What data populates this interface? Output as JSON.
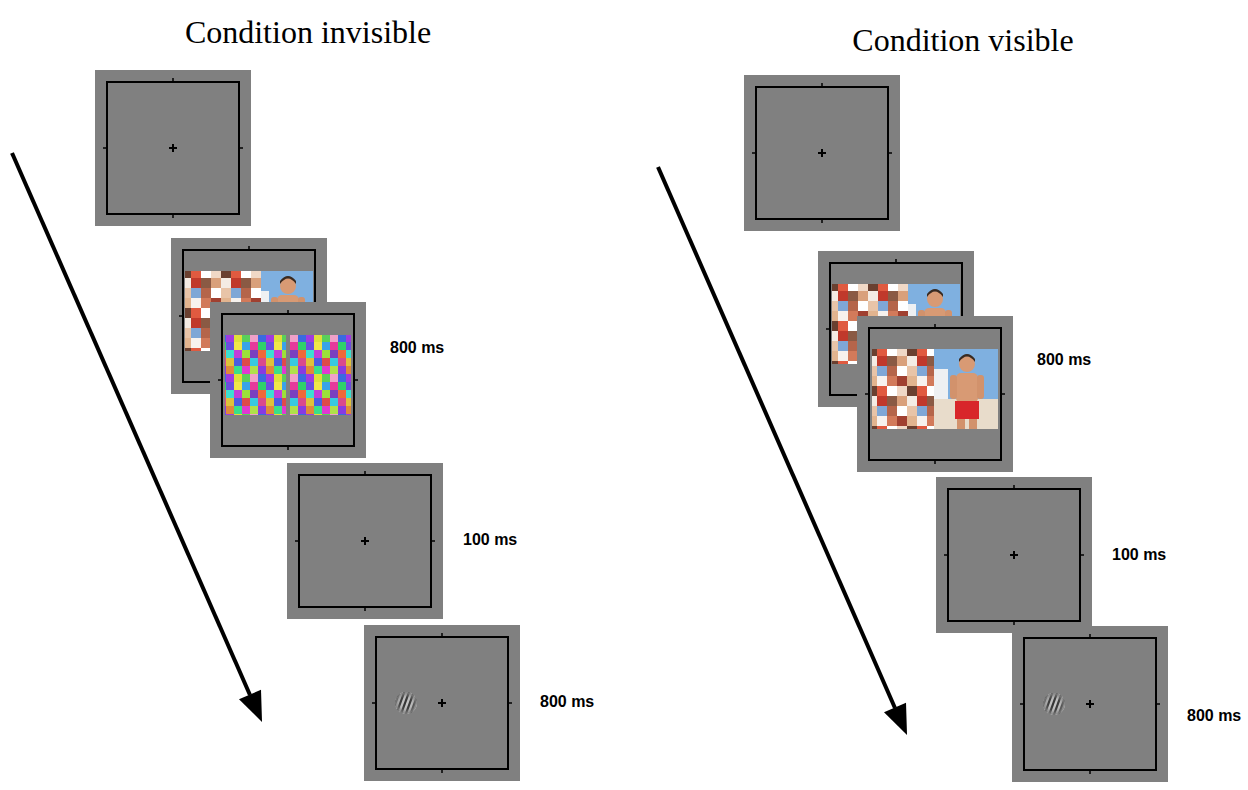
{
  "diagram": {
    "labels": [
      "Condition invisible",
      "Condition visible",
      "800 ms",
      "100 ms",
      "800 ms",
      "800 ms",
      "100 ms",
      "800 ms"
    ]
  }
}
